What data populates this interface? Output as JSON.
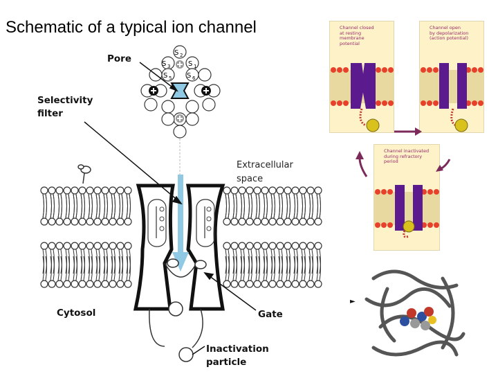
{
  "title": "Schematic of a typical ion channel",
  "labels": {
    "pore": "Pore",
    "selectivity_filter": [
      "Selectivity",
      "filter"
    ],
    "extracellular": [
      "Extracellular",
      "space"
    ],
    "cytosol": "Cytosol",
    "gate": "Gate",
    "inactivation": [
      "Inactivation",
      "particle"
    ]
  },
  "pore_subunits": {
    "s2": "S2",
    "s3": "S3",
    "s1": "S1",
    "s5": "S5",
    "s6": "S6"
  },
  "panels": {
    "closed": [
      "Channel closed",
      "at resting membrane",
      "potential"
    ],
    "open": [
      "Channel open",
      "by depolarization",
      "(action potential)"
    ],
    "inactivated": [
      "Channel inactivated",
      "during refractory",
      "period"
    ]
  },
  "colors": {
    "lipid_head": "#e8412b",
    "channel": "#5b1a8e",
    "ball": "#d9c21e",
    "pore_arrow": "#8fc9e3"
  }
}
